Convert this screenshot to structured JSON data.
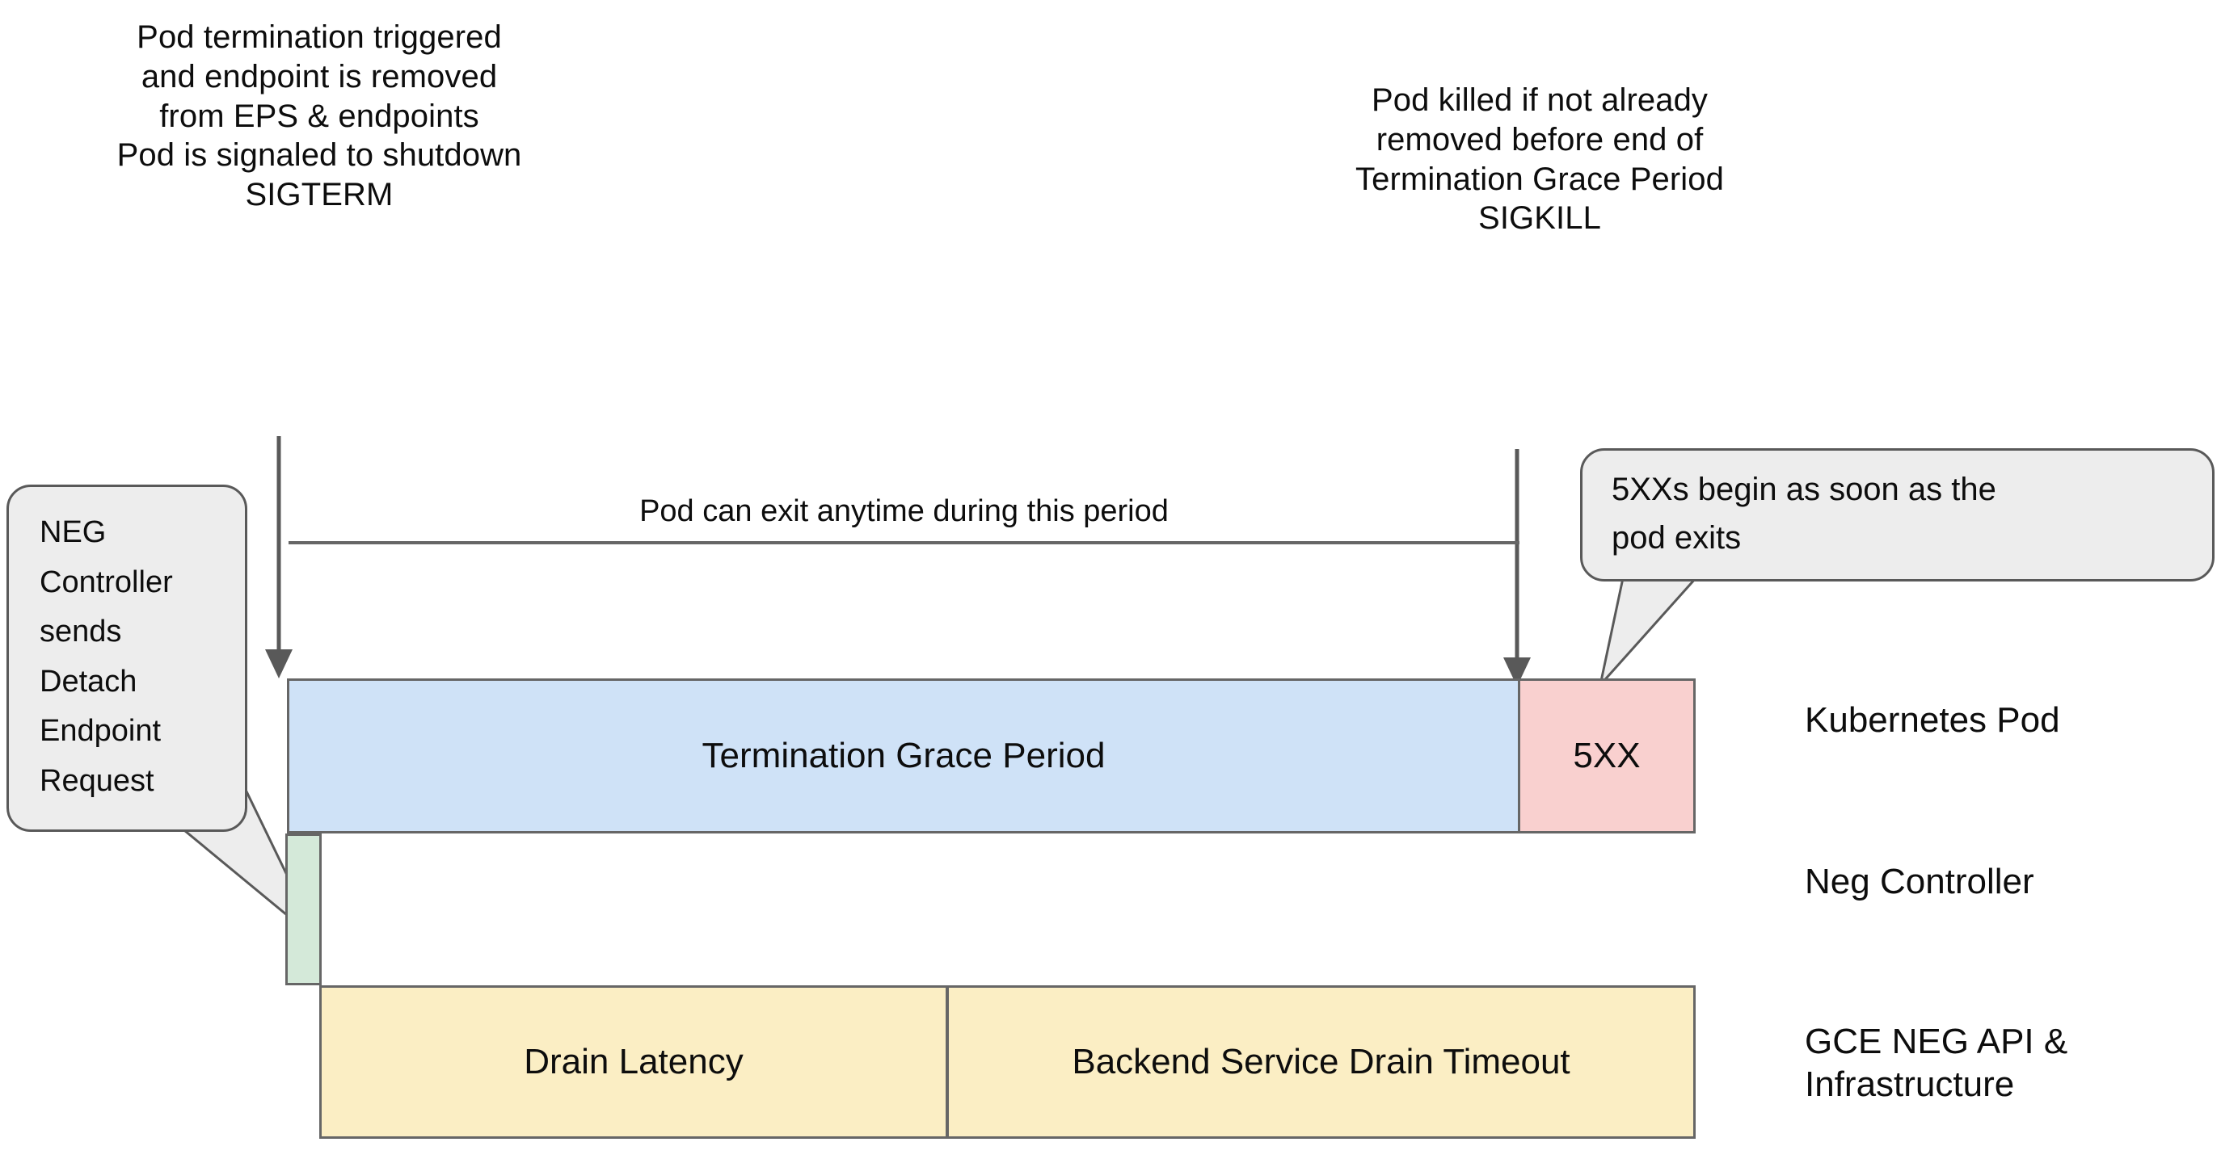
{
  "annotations": {
    "pod_termination": {
      "lines": [
        "Pod termination triggered",
        "and endpoint is removed",
        "from EPS & endpoints"
      ]
    },
    "pod_sigterm": {
      "lines": [
        "Pod is signaled to shutdown",
        "SIGTERM"
      ]
    },
    "pod_sigkill": {
      "lines": [
        "Pod killed if not already",
        "removed before end of",
        "Termination Grace Period",
        "SIGKILL"
      ]
    }
  },
  "callouts": {
    "neg_controller": {
      "lines": [
        "NEG",
        "Controller",
        "sends",
        "Detach",
        "Endpoint",
        "Request"
      ]
    },
    "five_xx": {
      "lines": [
        "5XXs begin as soon as the",
        "pod exits"
      ]
    }
  },
  "period": {
    "caption": "Pod can exit anytime during this period"
  },
  "bars": {
    "termination_grace_period": "Termination Grace Period",
    "five_xx": "5XX",
    "neg_detach": "",
    "drain_latency": "Drain Latency",
    "backend_service_drain_timeout": "Backend Service Drain Timeout"
  },
  "lanes": {
    "kubernetes_pod": [
      "Kubernetes Pod"
    ],
    "neg_controller": [
      "Neg Controller"
    ],
    "gce_neg": [
      "GCE NEG API &",
      "Infrastructure"
    ]
  },
  "colors": {
    "termination_grace_period": "#cfe2f7",
    "five_xx": "#f9d0cf",
    "neg_detach": "#d4e9d9",
    "drain": "#fbeec4",
    "bubble_fill": "#ededed",
    "stroke": "#666666",
    "text": "#0d0d0d"
  }
}
